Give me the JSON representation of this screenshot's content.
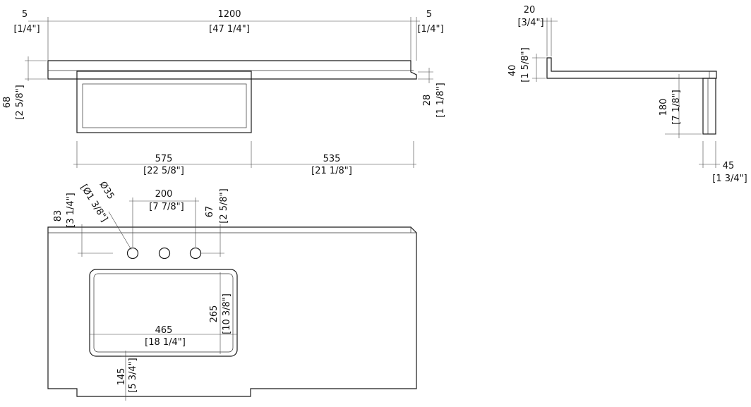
{
  "colors": {
    "line": "#1a1a1a",
    "background": "#ffffff"
  },
  "top_view": {
    "overhang_left": {
      "mm": "5",
      "in": "[1/4\"]"
    },
    "total_width": {
      "mm": "1200",
      "in": "[47 1/4\"]"
    },
    "overhang_right": {
      "mm": "5",
      "in": "[1/4\"]"
    },
    "total_height": {
      "mm": "68",
      "in": "[2 5/8\"]"
    },
    "edge_height": {
      "mm": "28",
      "in": "[1 1/8\"]"
    },
    "drawer_width": {
      "mm": "575",
      "in": "[22 5/8\"]"
    },
    "remaining_width": {
      "mm": "535",
      "in": "[21 1/8\"]"
    }
  },
  "side_view": {
    "backsplash_thickness": {
      "mm": "20",
      "in": "[3/4\"]"
    },
    "backsplash_height": {
      "mm": "40",
      "in": "[1 5/8\"]"
    },
    "leg_height": {
      "mm": "180",
      "in": "[7 1/8\"]"
    },
    "leg_width": {
      "mm": "45",
      "in": "[1 3/4\"]"
    }
  },
  "plan_view": {
    "hole_diameter": {
      "mm": "Ø35",
      "in": "[Ø1 3/8\"]"
    },
    "hole_spacing": {
      "mm": "200",
      "in": "[7 7/8\"]"
    },
    "hole_offset_left": {
      "mm": "83",
      "in": "[3 1/4\"]"
    },
    "hole_offset_right": {
      "mm": "67",
      "in": "[2 5/8\"]"
    },
    "sink_width": {
      "mm": "465",
      "in": "[18 1/4\"]"
    },
    "sink_depth": {
      "mm": "265",
      "in": "[10 3/8\"]"
    },
    "front_offset": {
      "mm": "145",
      "in": "[5 3/4\"]"
    }
  }
}
